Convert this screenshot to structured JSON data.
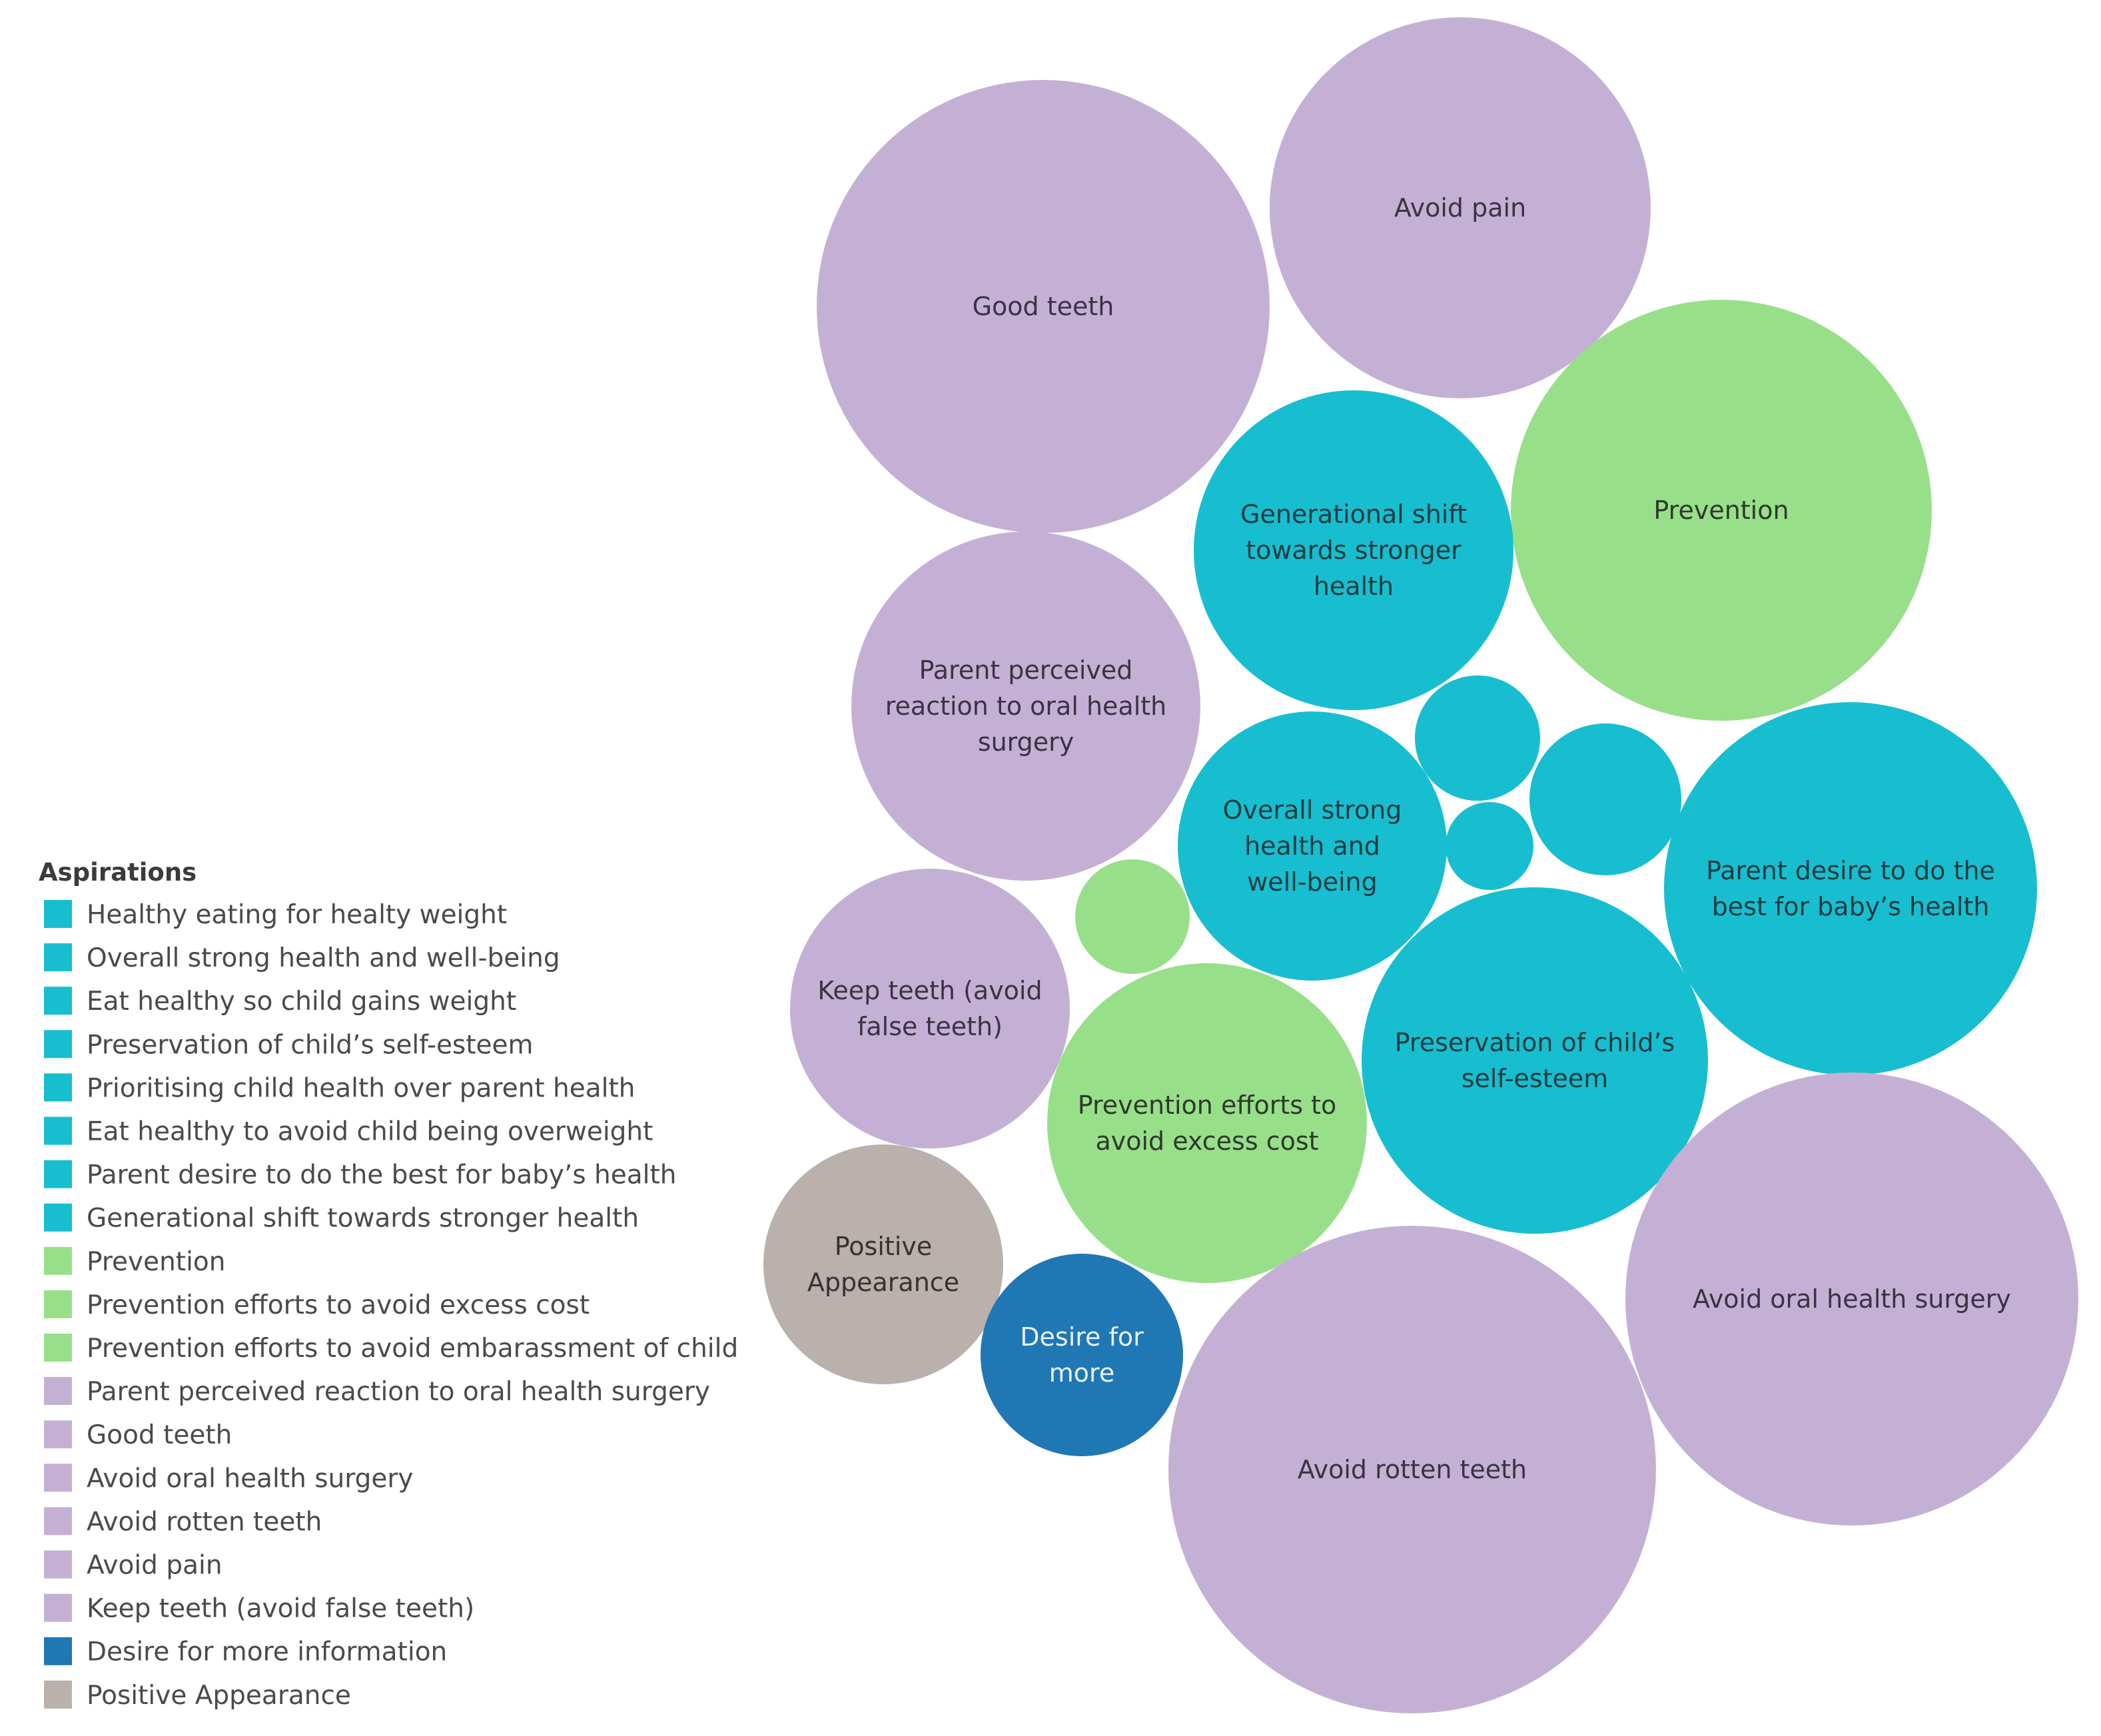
{
  "chart_data": {
    "type": "bubble",
    "legend": {
      "title": "Aspirations",
      "placement": "left",
      "entries": [
        {
          "label": "Healthy eating for healty weight",
          "group": "teal"
        },
        {
          "label": "Overall strong health and well-being",
          "group": "teal"
        },
        {
          "label": "Eat healthy so child gains weight",
          "group": "teal"
        },
        {
          "label": "Preservation of child’s self-esteem",
          "group": "teal"
        },
        {
          "label": "Prioritising child health over parent health",
          "group": "teal"
        },
        {
          "label": "Eat healthy to avoid child being overweight",
          "group": "teal"
        },
        {
          "label": "Parent desire to do the best for baby’s health",
          "group": "teal"
        },
        {
          "label": "Generational shift towards stronger health",
          "group": "teal"
        },
        {
          "label": "Prevention",
          "group": "green"
        },
        {
          "label": "Prevention efforts to avoid excess cost",
          "group": "green"
        },
        {
          "label": "Prevention efforts to avoid embarassment of child",
          "group": "green"
        },
        {
          "label": "Parent perceived reaction to oral health surgery",
          "group": "purple"
        },
        {
          "label": "Good teeth",
          "group": "purple"
        },
        {
          "label": "Avoid oral health surgery",
          "group": "purple"
        },
        {
          "label": "Avoid rotten teeth",
          "group": "purple"
        },
        {
          "label": "Avoid pain",
          "group": "purple"
        },
        {
          "label": "Keep teeth (avoid false teeth)",
          "group": "purple"
        },
        {
          "label": "Desire for more information",
          "group": "blue"
        },
        {
          "label": "Positive Appearance",
          "group": "gray"
        }
      ]
    },
    "colors": {
      "teal": "#17becf",
      "green": "#98df8a",
      "purple": "#c5b0d5",
      "blue": "#1f77b4",
      "gray": "#bab0ac"
    },
    "bubbles": [
      {
        "category": "Good teeth",
        "lines": [
          "Good teeth"
        ],
        "group": "purple"
      },
      {
        "category": "Avoid pain",
        "lines": [
          "Avoid pain"
        ],
        "group": "purple"
      },
      {
        "category": "Prevention",
        "lines": [
          "Prevention"
        ],
        "group": "green"
      },
      {
        "category": "Generational shift towards stronger health",
        "lines": [
          "Generational shift",
          "towards stronger",
          "health"
        ],
        "group": "teal"
      },
      {
        "category": "Parent perceived reaction to oral health surgery",
        "lines": [
          "Parent perceived",
          "reaction to oral health",
          "surgery"
        ],
        "group": "purple"
      },
      {
        "category": "Healthy eating for healty weight",
        "lines": [],
        "group": "teal"
      },
      {
        "category": "Eat healthy so child gains weight",
        "lines": [],
        "group": "teal"
      },
      {
        "category": "Prioritising child health over parent health",
        "lines": [],
        "group": "teal"
      },
      {
        "category": "Overall strong health and well-being",
        "lines": [
          "Overall strong",
          "health and",
          "well-being"
        ],
        "group": "teal"
      },
      {
        "category": "Parent desire to do the best for baby’s health",
        "lines": [
          "Parent desire to do the",
          "best for baby’s health"
        ],
        "group": "teal"
      },
      {
        "category": "Prevention efforts to avoid embarassment of child",
        "lines": [],
        "group": "green"
      },
      {
        "category": "Keep teeth (avoid false teeth)",
        "lines": [
          "Keep teeth (avoid",
          "false teeth)"
        ],
        "group": "purple"
      },
      {
        "category": "Preservation of child’s self-esteem",
        "lines": [
          "Preservation of child’s",
          "self-esteem"
        ],
        "group": "teal"
      },
      {
        "category": "Prevention efforts to avoid excess cost",
        "lines": [
          "Prevention efforts to",
          "avoid excess cost"
        ],
        "group": "green"
      },
      {
        "category": "Avoid oral health surgery",
        "lines": [
          "Avoid oral health surgery"
        ],
        "group": "purple"
      },
      {
        "category": "Positive Appearance",
        "lines": [
          "Positive",
          "Appearance"
        ],
        "group": "gray"
      },
      {
        "category": "Desire for more information",
        "lines": [
          "Desire for",
          "more"
        ],
        "group": "blue"
      },
      {
        "category": "Avoid rotten teeth",
        "lines": [
          "Avoid rotten teeth"
        ],
        "group": "purple"
      }
    ]
  }
}
